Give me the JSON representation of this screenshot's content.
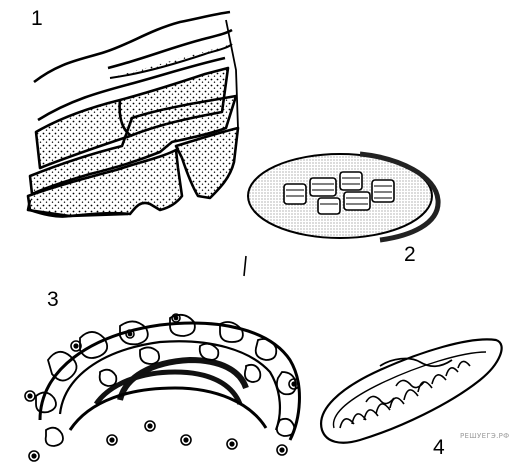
{
  "labels": {
    "fig1": "1",
    "fig2": "2",
    "fig3": "3",
    "fig4": "4"
  },
  "watermark": "РЕШУЕГЭ.РФ",
  "colors": {
    "ink": "#000000",
    "paper": "#ffffff",
    "watermark": "#9a9a9a"
  }
}
